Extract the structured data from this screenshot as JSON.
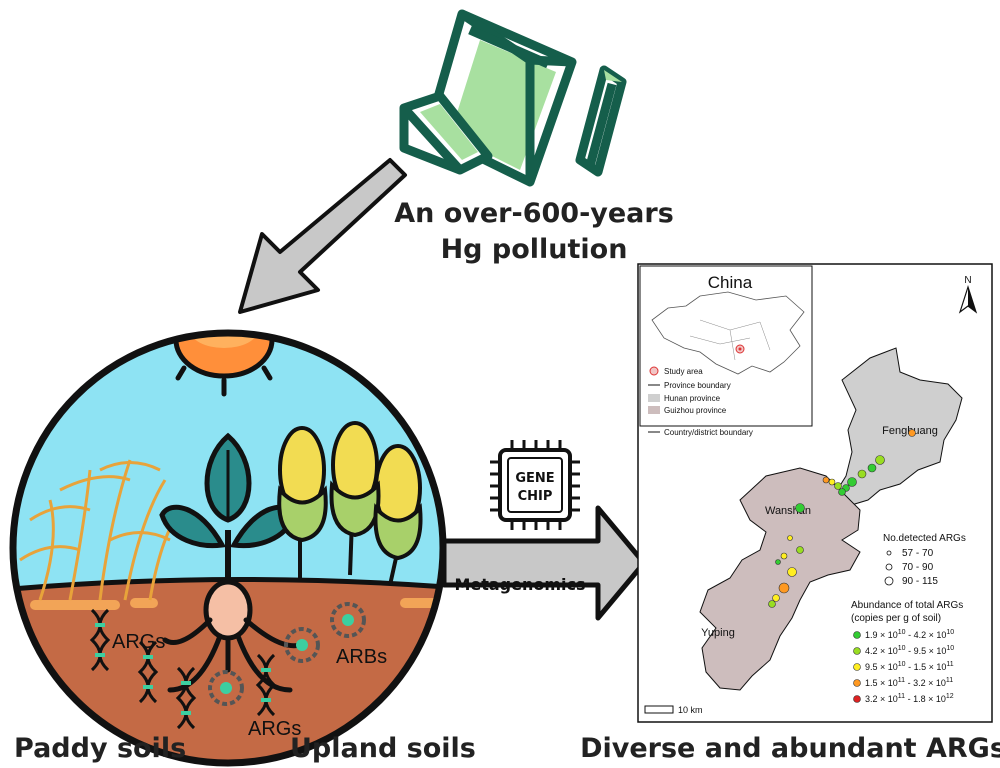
{
  "pollution": {
    "line1": "An over-600-years",
    "line2": "Hg pollution"
  },
  "soil_labels": {
    "paddy": "Paddy soils",
    "upland": "Upland soils"
  },
  "scene_labels": {
    "args_1": "ARGs",
    "args_2": "ARGs",
    "arbs": "ARBs"
  },
  "chip": {
    "line1": "GENE",
    "line2": "CHIP"
  },
  "arrow_label": "Metagenomics",
  "result_title": "Diverse and abundant ARGs",
  "map": {
    "inset_title": "China",
    "north": "N",
    "legend": {
      "study_area": "Study area",
      "province_boundary": "Province boundary",
      "hunan": "Hunan province",
      "guizhou": "Guizhou province",
      "country_boundary": "Country/district boundary"
    },
    "places": {
      "fenghuang": "Fenghuang",
      "wanshan": "Wanshan",
      "yuping": "Yuping"
    },
    "size_legend": {
      "title": "No.detected ARGs",
      "items": [
        "57 - 70",
        "70 - 90",
        "90 - 115"
      ]
    },
    "abundance_legend": {
      "title_line1": "Abundance of total ARGs",
      "title_line2": "(copies per g of soil)",
      "items": [
        {
          "base1": "1.9 × 10",
          "exp1": "10",
          "sep": " - ",
          "base2": "4.2 × 10",
          "exp2": "10",
          "color": "#33cc33"
        },
        {
          "base1": "4.2 × 10",
          "exp1": "10",
          "sep": " - ",
          "base2": "9.5 × 10",
          "exp2": "10",
          "color": "#99dd22"
        },
        {
          "base1": "9.5 × 10",
          "exp1": "10",
          "sep": " - ",
          "base2": "1.5 × 10",
          "exp2": "11",
          "color": "#ffee22"
        },
        {
          "base1": "1.5 × 10",
          "exp1": "11",
          "sep": " - ",
          "base2": "3.2 × 10",
          "exp2": "11",
          "color": "#ff9922"
        },
        {
          "base1": "3.2 × 10",
          "exp1": "11",
          "sep": " - ",
          "base2": "1.8 × 10",
          "exp2": "12",
          "color": "#dd2222"
        }
      ]
    },
    "scale_bar": "10 km"
  },
  "colors": {
    "crystal": "#155e4b",
    "crystal_fill": "#a8e0a0",
    "arrow": "#c8c8c8",
    "sky": "#8ee3f3",
    "soil": "#c46a45",
    "leaf": "#2a8c8c",
    "wheat": "#e8a33a",
    "corn": "#f2dc52",
    "husk": "#a8d06a",
    "hunan": "#cfcfcf",
    "guizhou": "#cdbdbd"
  }
}
